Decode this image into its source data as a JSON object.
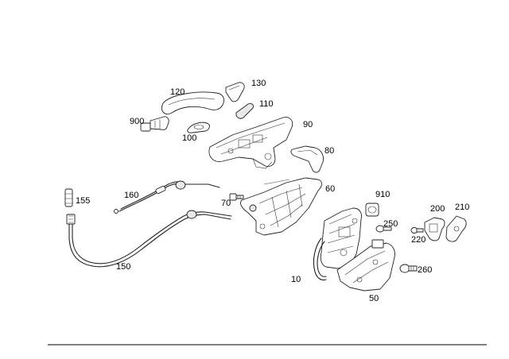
{
  "callouts": {
    "c10": "10",
    "c50": "50",
    "c60": "60",
    "c70": "70",
    "c80": "80",
    "c90": "90",
    "c100": "100",
    "c110": "110",
    "c120": "120",
    "c130": "130",
    "c150": "150",
    "c155": "155",
    "c160": "160",
    "c200": "200",
    "c210": "210",
    "c220": "220",
    "c250": "250",
    "c260": "260",
    "c900": "900",
    "c910": "910"
  }
}
